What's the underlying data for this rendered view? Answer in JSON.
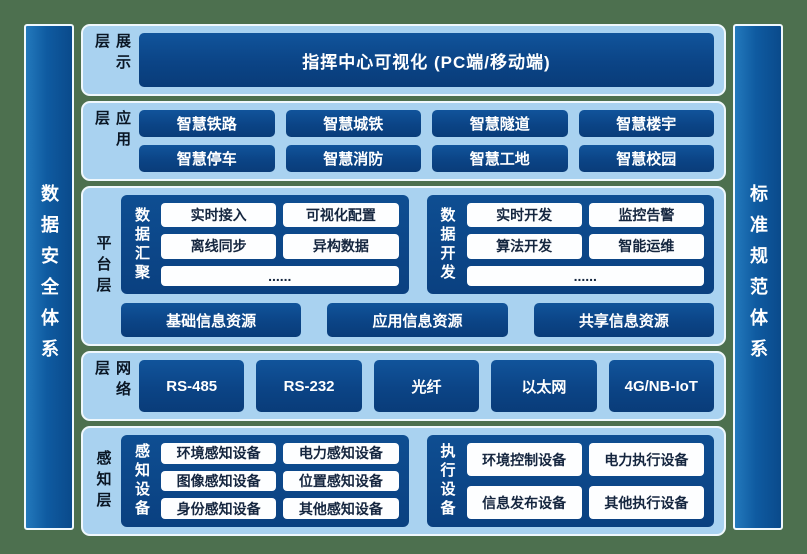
{
  "pillars": {
    "left": "数据安全体系",
    "right": "标准规范体系"
  },
  "layers": {
    "display": {
      "label": "展示层",
      "box": "指挥中心可视化 (PC端/移动端)"
    },
    "application": {
      "label": "应用层",
      "boxes": [
        "智慧铁路",
        "智慧城铁",
        "智慧隧道",
        "智慧楼宇",
        "智慧停车",
        "智慧消防",
        "智慧工地",
        "智慧校园"
      ]
    },
    "platform": {
      "label": "平台层",
      "aggregation": {
        "label": "数据汇聚",
        "items": [
          "实时接入",
          "可视化配置",
          "离线同步",
          "异构数据"
        ],
        "ellipsis": "......"
      },
      "development": {
        "label": "数据开发",
        "items": [
          "实时开发",
          "监控告警",
          "算法开发",
          "智能运维"
        ],
        "ellipsis": "......"
      },
      "resources": [
        "基础信息资源",
        "应用信息资源",
        "共享信息资源"
      ]
    },
    "network": {
      "label": "网络层",
      "boxes": [
        "RS-485",
        "RS-232",
        "光纤",
        "以太网",
        "4G/NB-IoT"
      ]
    },
    "perception": {
      "label": "感知层",
      "sensing": {
        "label": "感知设备",
        "items": [
          "环境感知设备",
          "电力感知设备",
          "图像感知设备",
          "位置感知设备",
          "身份感知设备",
          "其他感知设备"
        ]
      },
      "execution": {
        "label": "执行设备",
        "items": [
          "环境控制设备",
          "电力执行设备",
          "信息发布设备",
          "其他执行设备"
        ]
      }
    }
  },
  "colors": {
    "page_background": "#4D704F",
    "layer_panel": "#A9D2F0",
    "navy_box": "#0B4486",
    "pillar_blue": "#1166AB",
    "white_box": "#FFFFFF",
    "label_dark": "#0A1624"
  }
}
